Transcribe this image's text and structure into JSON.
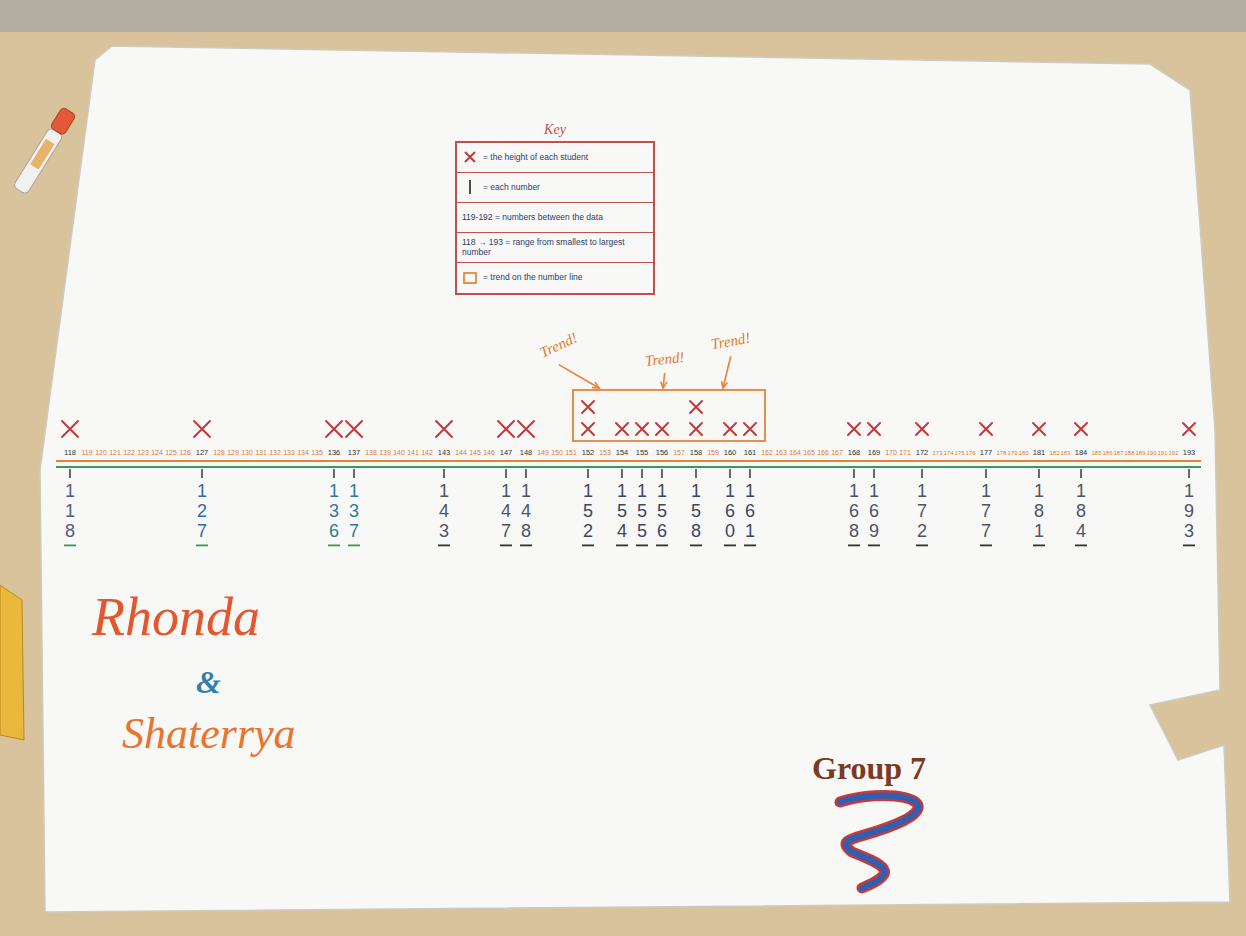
{
  "diagram": {
    "nodes": [
      {
        "text": [
          "Key"
        ]
      }
    ],
    "labels": [
      "Trend!",
      "Trend!",
      "Trend!",
      "118",
      "119",
      "120",
      "121",
      "122",
      "123",
      "124",
      "125",
      "126",
      "127",
      "128",
      "129",
      "130",
      "131",
      "132",
      "133",
      "134",
      "135",
      "136",
      "137",
      "138",
      "139",
      "140",
      "141",
      "142",
      "143",
      "144",
      "145",
      "146",
      "147",
      "148",
      "149",
      "150",
      "151",
      "152",
      "153",
      "154",
      "155",
      "156",
      "157",
      "158",
      "159",
      "160",
      "161",
      "162",
      "163",
      "164",
      "165",
      "166",
      "167",
      "168",
      "169",
      "170",
      "171",
      "172",
      "173",
      "174",
      "175",
      "176",
      "177",
      "178",
      "179",
      "180",
      "181",
      "182",
      "183",
      "184",
      "185",
      "186",
      "187",
      "188",
      "189",
      "190",
      "191",
      "192",
      "193",
      "118",
      "127",
      "136",
      "137",
      "143",
      "147",
      "148",
      "152",
      "154",
      "155",
      "156",
      "158",
      "160",
      "161",
      "168",
      "169",
      "172",
      "177",
      "181",
      "184",
      "193",
      "Rhonda",
      "&",
      "Shaterrya",
      "Group 7"
    ],
    "legend": [
      {
        "text": "= the height of each student"
      },
      {
        "text": "= each number"
      },
      {
        "text": "119-192 = numbers between the data"
      },
      {
        "text": "118 → 193 = range from smallest to largest number"
      },
      {
        "text": "= trend on the number line"
      }
    ]
  }
}
